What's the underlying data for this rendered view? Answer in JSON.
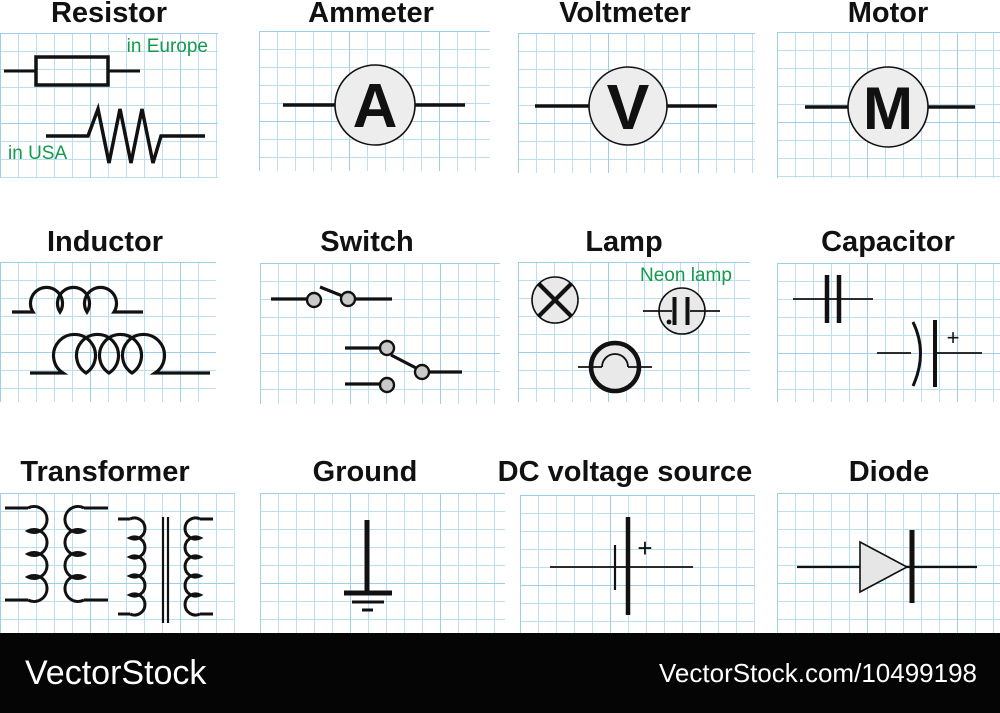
{
  "cells": [
    {
      "title": "Resistor",
      "label_europe": "in Europe",
      "label_usa": "in USA"
    },
    {
      "title": "Ammeter",
      "letter": "A"
    },
    {
      "title": "Voltmeter",
      "letter": "V"
    },
    {
      "title": "Motor",
      "letter": "M"
    },
    {
      "title": "Inductor"
    },
    {
      "title": "Switch"
    },
    {
      "title": "Lamp",
      "label_neon": "Neon lamp"
    },
    {
      "title": "Capacitor",
      "plus": "+"
    },
    {
      "title": "Transformer"
    },
    {
      "title": "Ground"
    },
    {
      "title": "DC voltage source",
      "plus": "+"
    },
    {
      "title": "Diode"
    }
  ],
  "colors": {
    "label_green": "#15994d",
    "grid_blue": "#bcdff0",
    "symbol_black": "#111111",
    "meter_fill": "#ededed",
    "footer_bg": "#050505",
    "footer_text": "#ffffff"
  },
  "footer": {
    "brand": "VectorStock",
    "credit": "VectorStock.com/10499198"
  }
}
